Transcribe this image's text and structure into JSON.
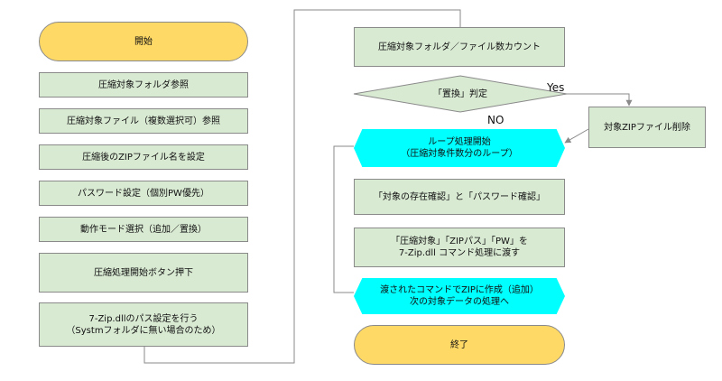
{
  "left_column": {
    "start": "開始",
    "steps": [
      "圧縮対象フォルダ参照",
      "圧縮対象ファイル（複数選択可）参照",
      "圧縮後のZIPファイル名を設定",
      "パスワード設定（個別PW優先）",
      "動作モード選択（追加／置換）",
      "圧縮処理開始ボタン押下",
      "7-Zip.dllのパス設定を行う\n（Systmフォルダに無い場合のため）"
    ]
  },
  "right_column": {
    "count": "圧縮対象フォルダ／ファイル数カウント",
    "decision": "「置換」判定",
    "yes_label": "Yes",
    "no_label": "NO",
    "delete": "対象ZIPファイル削除",
    "loop_start": "ループ処理開始\n（圧縮対象件数分のループ）",
    "check": "「対象の存在確認」と「パスワード確認」",
    "pass": "「圧縮対象」「ZIPパス」「PW」を\n7-Zip.dll コマンド処理に渡す",
    "loop_end": "渡されたコマンドでZIPに作成（追加）\n次の対象データの処理へ",
    "end": "終了"
  },
  "colors": {
    "process_fill": "#d9ead3",
    "terminal_fill": "#ffd966",
    "loop_fill": "#00ffff",
    "line": "#8a8a8a"
  }
}
